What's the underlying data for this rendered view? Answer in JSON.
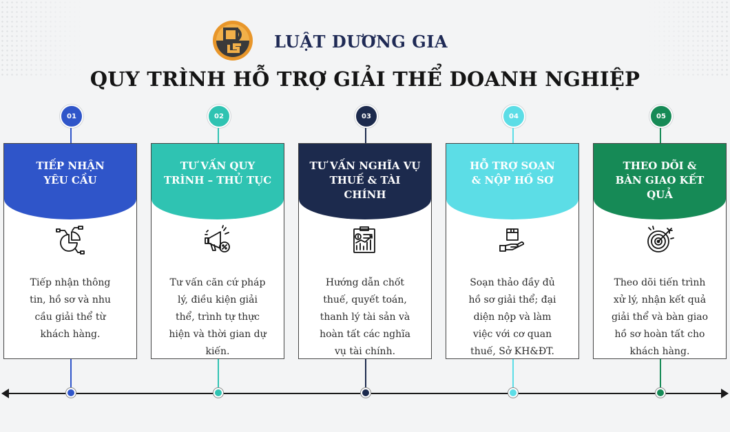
{
  "header": {
    "brand": "LUẬT DƯƠNG GIA",
    "title": "QUY TRÌNH HỖ TRỢ GIẢI THỂ DOANH NGHIỆP"
  },
  "colors": {
    "logo_orange": "#e8962a",
    "logo_dark": "#3a3a3a",
    "brand_text": "#1f2a55"
  },
  "steps": [
    {
      "number": "01",
      "color": "#2f55c9",
      "heading": "TIẾP NHẬN\nYÊU CẦU",
      "icon": "pie-chart-icon",
      "description": "Tiếp nhận thông\ntin, hồ sơ và nhu\ncầu giải thể từ\nkhách hàng."
    },
    {
      "number": "02",
      "color": "#2fc3b2",
      "heading": "TƯ VẤN QUY\nTRÌNH – THỦ TỤC",
      "icon": "megaphone-icon",
      "description": "Tư vấn căn cứ pháp\nlý, điều kiện giải\nthể, trình tự thực\nhiện và thời gian dự\nkiến."
    },
    {
      "number": "03",
      "color": "#1c2a4d",
      "heading": "TƯ VẤN NGHĨA VỤ\nTHUẾ & TÀI\nCHÍNH",
      "icon": "finance-report-icon",
      "description": "Hướng dẫn chốt\nthuế, quyết toán,\nthanh lý tài sản và\nhoàn tất các nghĩa\nvụ tài chính."
    },
    {
      "number": "04",
      "color": "#5cdde6",
      "heading": "HỖ TRỢ SOẠN\n& NỘP HỒ SƠ",
      "icon": "package-hand-icon",
      "description": "Soạn thảo đầy đủ\nhồ sơ giải thể; đại\ndiện nộp và làm\nviệc với cơ quan\nthuế, Sở KH&ĐT."
    },
    {
      "number": "05",
      "color": "#168a56",
      "heading": "THEO DÕI &\nBÀN GIAO KẾT\nQUẢ",
      "icon": "target-icon",
      "description": "Theo dõi tiến trình\nxử lý, nhận kết quả\ngiải thể và bàn giao\nhồ sơ hoàn tất cho\nkhách hàng."
    }
  ]
}
